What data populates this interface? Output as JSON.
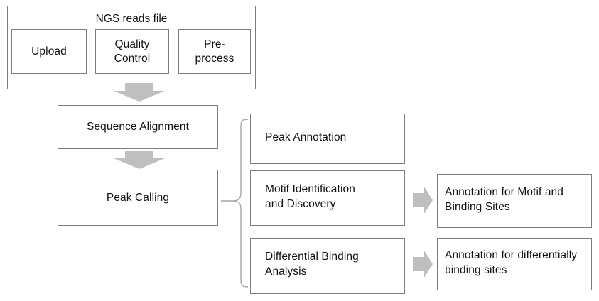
{
  "diagram": {
    "title": "NGS reads file",
    "colors": {
      "box_border": "#7f7f7f",
      "arrow_fill": "#bfbfbf",
      "brace_stroke": "#a6a6a6",
      "text": "#111111",
      "background": "#ffffff"
    },
    "group": {
      "label": "NGS reads file",
      "steps": [
        {
          "label": "Upload"
        },
        {
          "label": "Quality\nControl"
        },
        {
          "label": "Pre-\nprocess"
        }
      ]
    },
    "pipeline": [
      {
        "label": "Sequence Alignment"
      },
      {
        "label": "Peak Calling"
      }
    ],
    "branches": [
      {
        "label": "Peak Annotation"
      },
      {
        "label": "Motif Identification\nand Discovery"
      },
      {
        "label": "Differential Binding\nAnalysis"
      }
    ],
    "outputs": [
      {
        "label": "Annotation for Motif and\nBinding Sites"
      },
      {
        "label": "Annotation for differentially\nbinding sites"
      }
    ],
    "connectors": {
      "down_arrow_1": "down-arrow",
      "down_arrow_2": "down-arrow",
      "brace": "curly-brace",
      "right_arrow_1": "right-arrow",
      "right_arrow_2": "right-arrow"
    }
  }
}
